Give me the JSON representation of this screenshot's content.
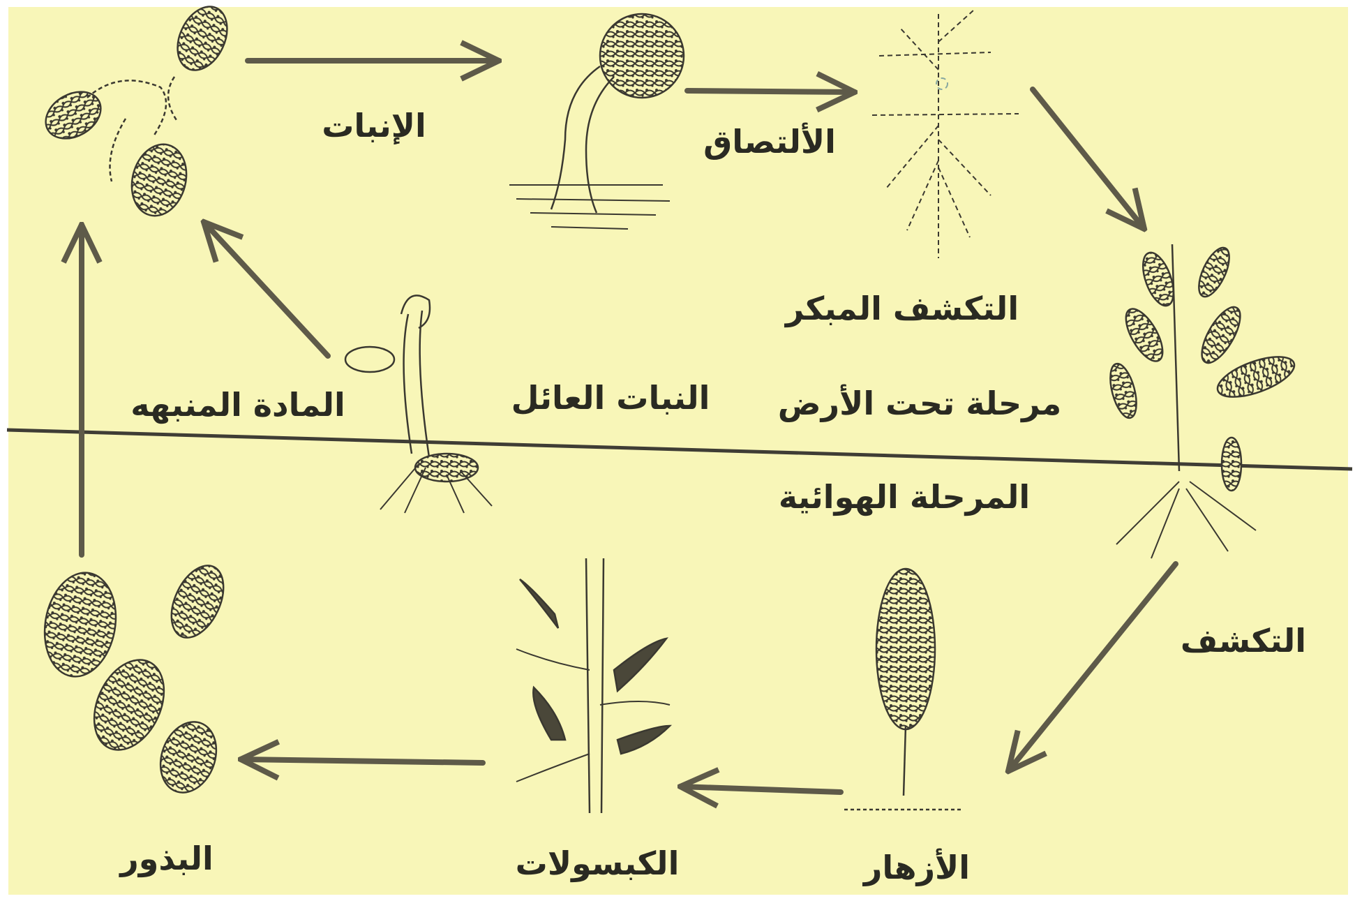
{
  "diagram": {
    "colors": {
      "background": "#f8f6b8",
      "ink": "#2a2a22",
      "arrow": "#5e5a49"
    },
    "labels": {
      "germination": "الإنبات",
      "attachment": "الألتصاق",
      "early_discovery": "التكشف المبكر",
      "stimulant": "المادة المنبهه",
      "host_plant": "النبات العائل",
      "underground_stage": "مرحلة تحت الأرض",
      "aerial_stage": "المرحلة الهوائية",
      "emergence": "التكشف",
      "flowering": "الأزهار",
      "capsules": "الكبسولات",
      "seeds": "البذور"
    }
  }
}
